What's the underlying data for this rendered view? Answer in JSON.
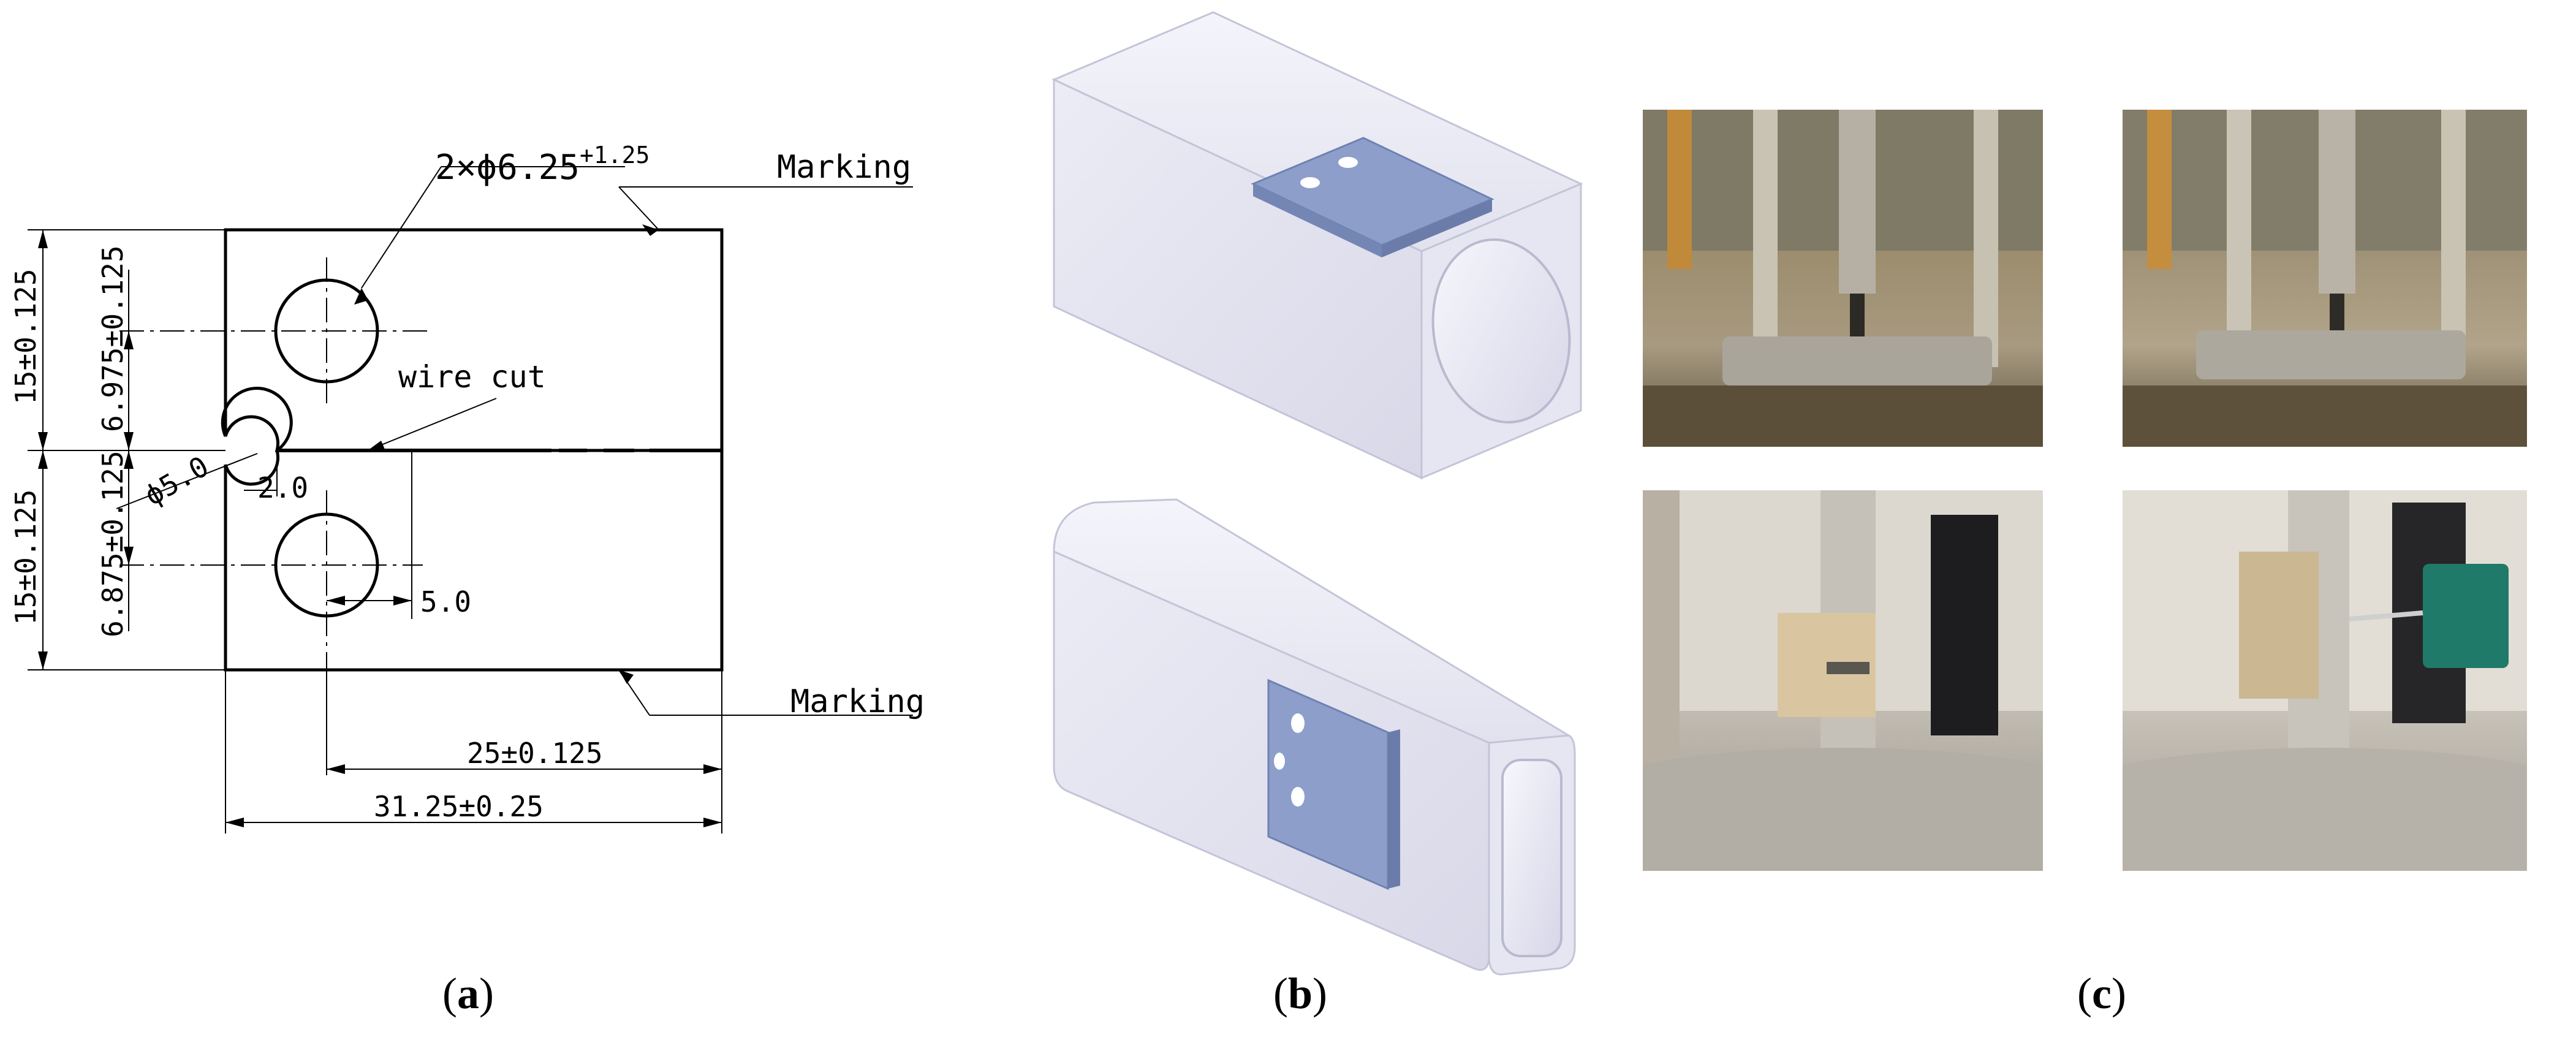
{
  "panel_a": {
    "hole_callout_main": "2×ϕ6.25",
    "hole_callout_sup": "+1.25",
    "marking_top": "Marking",
    "marking_bottom": "Marking",
    "wire_cut": "wire cut",
    "dim_left_top": "15±0.125",
    "dim_left_bottom": "15±0.125",
    "dim_hole_top": "6.975±0.125",
    "dim_hole_bottom": "6.875±0.125",
    "dim_notch_dia": "ϕ5.0",
    "dim_notch_depth": "2.0",
    "dim_hole_offset": "5.0",
    "dim_width_inner": "25±0.125",
    "dim_width_total": "31.25±0.25"
  },
  "captions": {
    "a": "a",
    "b": "b",
    "c": "c"
  },
  "colors": {
    "tube_face": "#e9e9f4",
    "tube_edge": "#c9c9dc",
    "specimen": "#8c9ec9",
    "machine_metal": "#b8b4ad",
    "extensometer": "#1f7a6a"
  }
}
